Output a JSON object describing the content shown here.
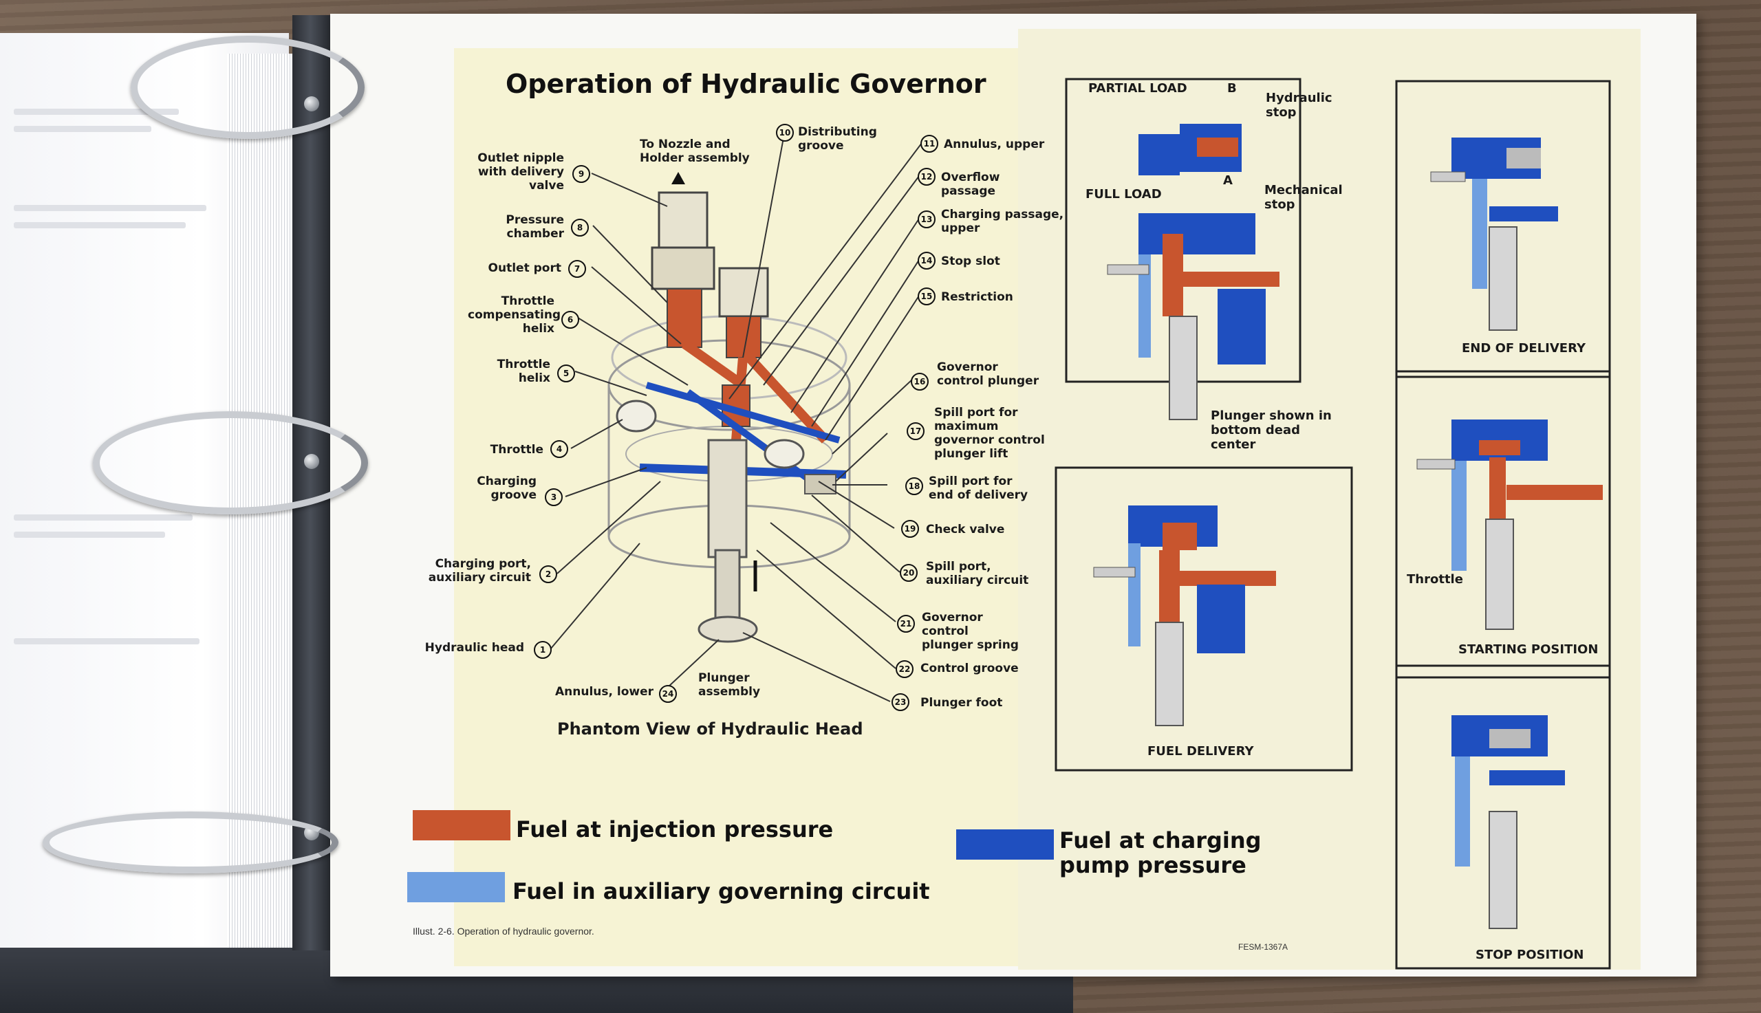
{
  "title": "Operation of Hydraulic Governor",
  "phantom_title": "Phantom View of Hydraulic Head",
  "nozzle_label": "To Nozzle and\nHolder assembly",
  "colors": {
    "injection": "#c8552e",
    "charging": "#1f4fbf",
    "auxiliary": "#6f9fe0",
    "paper": "#f6f3d4"
  },
  "callouts": [
    {
      "n": "1",
      "text": "Hydraulic head"
    },
    {
      "n": "2",
      "text": "Charging port,\nauxiliary circuit"
    },
    {
      "n": "3",
      "text": "Charging\ngroove"
    },
    {
      "n": "4",
      "text": "Throttle"
    },
    {
      "n": "5",
      "text": "Throttle\nhelix"
    },
    {
      "n": "6",
      "text": "Throttle\ncompensating\nhelix"
    },
    {
      "n": "7",
      "text": "Outlet port"
    },
    {
      "n": "8",
      "text": "Pressure\nchamber"
    },
    {
      "n": "9",
      "text": "Outlet nipple\nwith delivery\nvalve"
    },
    {
      "n": "10",
      "text": "Distributing\ngroove"
    },
    {
      "n": "11",
      "text": "Annulus, upper"
    },
    {
      "n": "12",
      "text": "Overflow passage"
    },
    {
      "n": "13",
      "text": "Charging passage,\nupper"
    },
    {
      "n": "14",
      "text": "Stop slot"
    },
    {
      "n": "15",
      "text": "Restriction"
    },
    {
      "n": "16",
      "text": "Governor\ncontrol plunger"
    },
    {
      "n": "17",
      "text": "Spill port for\nmaximum\ngovernor control\nplunger lift"
    },
    {
      "n": "18",
      "text": "Spill port for\nend of delivery"
    },
    {
      "n": "19",
      "text": "Check valve"
    },
    {
      "n": "20",
      "text": "Spill port,\nauxiliary circuit"
    },
    {
      "n": "21",
      "text": "Governor control\nplunger spring"
    },
    {
      "n": "22",
      "text": "Control groove"
    },
    {
      "n": "23",
      "text": "Plunger foot"
    },
    {
      "n": "24",
      "text": "Annulus, lower"
    },
    {
      "n": "",
      "text": "Plunger\nassembly"
    }
  ],
  "views": {
    "partial_load": "PARTIAL LOAD",
    "full_load": "FULL LOAD",
    "b": "B",
    "a": "A",
    "hydraulic_stop": "Hydraulic\nstop",
    "mechanical_stop": "Mechanical\nstop",
    "plunger_shown": "Plunger shown in\nbottom dead center",
    "fuel_delivery": "FUEL DELIVERY",
    "end_of_delivery": "END OF DELIVERY",
    "starting_position": "STARTING POSITION",
    "throttle": "Throttle",
    "stop_position": "STOP POSITION"
  },
  "legend": {
    "injection": "Fuel at injection pressure",
    "auxiliary": "Fuel in auxiliary governing circuit",
    "charging": "Fuel at charging\npump pressure"
  },
  "caption": "Illust. 2-6. Operation of hydraulic governor.",
  "code": "FESM-1367A"
}
